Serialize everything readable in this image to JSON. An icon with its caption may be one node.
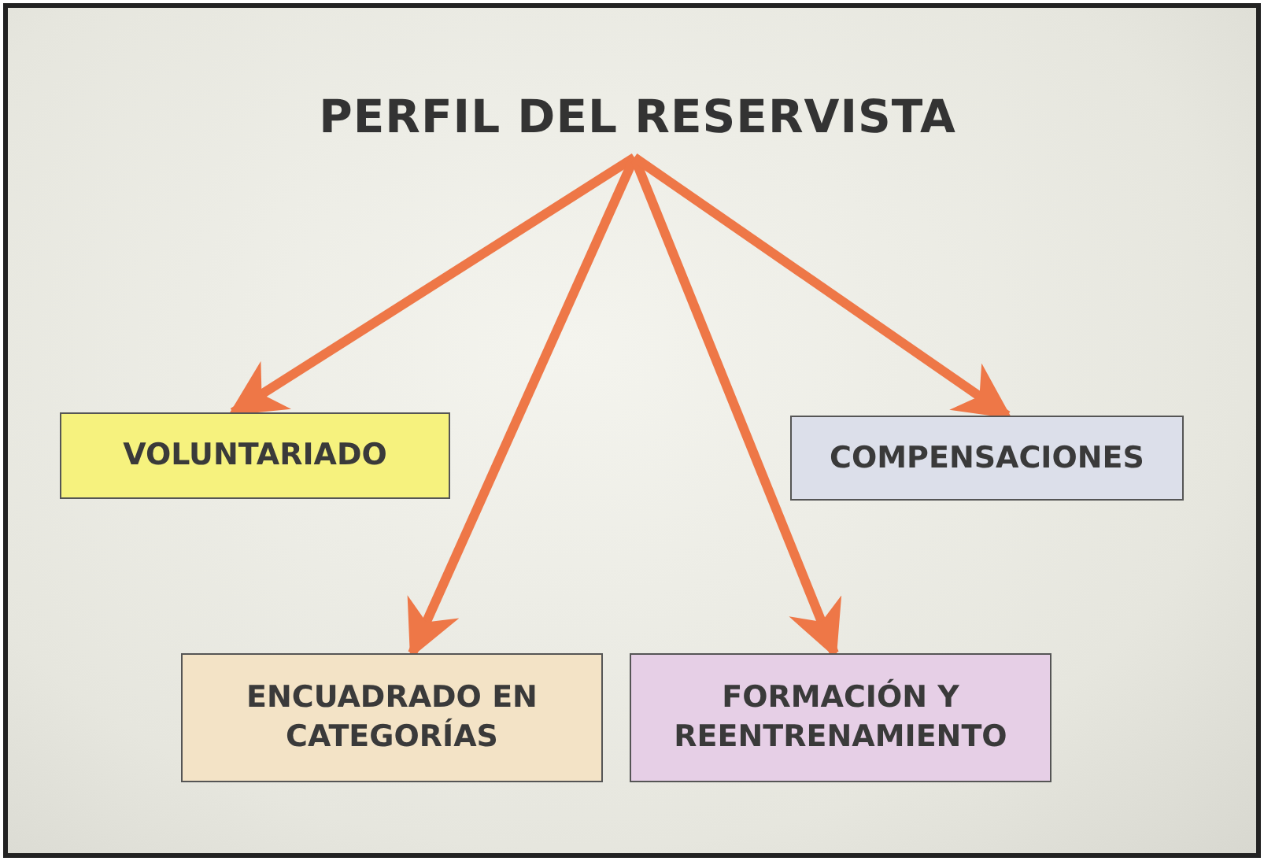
{
  "diagram": {
    "nodes": [
      {
        "text": [
          "PERFIL DEL RESERVISTA"
        ]
      },
      {
        "text": [
          "VOLUNTARIADO"
        ]
      },
      {
        "text": [
          "COMPENSACIONES"
        ]
      },
      {
        "text": [
          "ENCUADRADO EN CATEGORÍAS"
        ]
      },
      {
        "text": [
          "FORMACIÓN Y REENTRENAMIENTO"
        ]
      }
    ],
    "edges": [
      {
        "from": 0,
        "to": 1,
        "arrow": "to"
      },
      {
        "from": 0,
        "to": 3,
        "arrow": "to"
      },
      {
        "from": 0,
        "to": 4,
        "arrow": "to"
      },
      {
        "from": 0,
        "to": 2,
        "arrow": "to"
      }
    ]
  }
}
